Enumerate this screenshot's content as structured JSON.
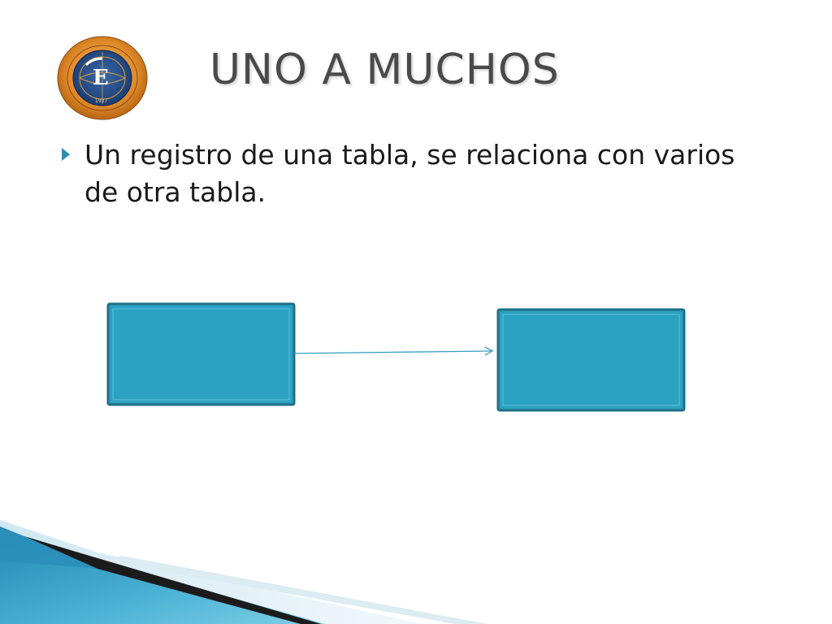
{
  "slide": {
    "title": "UNO A MUCHOS",
    "bullets": [
      {
        "text": "Un registro de una tabla, se relaciona con varios de otra tabla."
      }
    ]
  },
  "colors": {
    "accent": "#2fa3c3",
    "box_border": "#1f6f86",
    "title": "#4a4a4a",
    "bullet": "#2e8ead"
  },
  "icons": {
    "logo": "university-seal-logo",
    "bullet": "triangle-bullet-icon"
  }
}
